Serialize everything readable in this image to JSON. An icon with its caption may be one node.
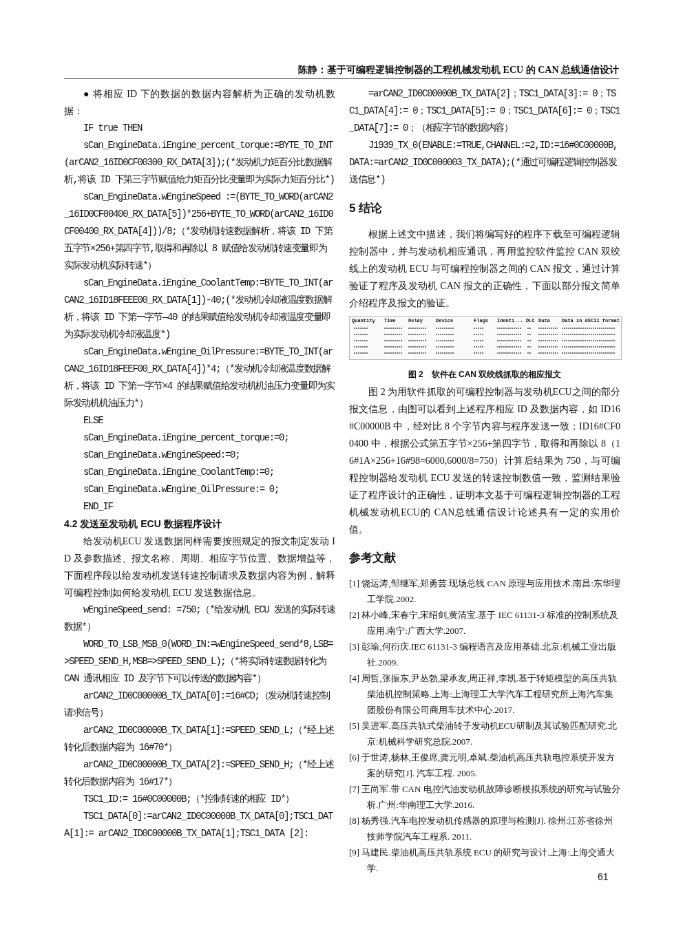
{
  "diagram": {
    "caption": "图 2　软件在 CAN 双绞线抓取的相应报文",
    "labels": [
      "陈静：基于可编程逻辑控制器的工程机械发动机 ECU 的 CAN 总线通信设计",
      "● 将相应 ID 下的数据的数据内容解析为正确的发动机数据：",
      "IF true THEN",
      "sCan_EngineData.iEngine_percent_torque:=BYTE_TO_INT(arCAN2_16ID0CF00300_RX_DATA[3]);(*发动机力矩百分比数据解析,将该 ID 下第三字节赋值给力矩百分比变量即为实际力矩百分比*)",
      "sCan_EngineData.wEngineSpeed :=(BYTE_TO_WORD(arCAN2_16ID0CF00400_RX_DATA[5])*256+BYTE_TO_WORD(arCAN2_16ID0CF00400_RX_DATA[4]))/8;（*发动机转速数据解析，将该 ID 下第五字节×256+第四字节,取得和再除以 8 赋值给发动机转速变量即为实际发动机实际转速*）",
      "sCan_EngineData.iEngine_CoolantTemp:=BYTE_TO_INT(arCAN2_16ID18FEEE00_RX_DATA[1])-40;(*发动机冷却液温度数据解析，将该 ID 下第一字节—40 的结果赋值给发动机冷却液温度变量即为实际发动机冷却液温度*)",
      "sCan_EngineData.wEngine_OilPressure:=BYTE_TO_INT(arCAN2_16ID18FEEF00_RX_DATA[4])*4;（*发动机冷却液温度数据解析，将该 ID 下第一字节×4 的结果赋值给发动机机油压力变量即为实际发动机机油压力*）",
      "ELSE",
      "sCan_EngineData.iEngine_percent_torque:=0;",
      "sCan_EngineData.wEngineSpeed:=0;",
      "sCan_EngineData.iEngine_CoolantTemp:=0;",
      "sCan_EngineData.wEngine_OilPressure:= 0;",
      "END_IF",
      "4.2 发送至发动机 ECU 数据程序设计",
      "给发动机ECU 发送数据同样需要按照规定的报文制定发动 ID 及参数描述、报文名称、周期、相应字节位置、数据增益等，下面程序段以给发动机发送转速控制请求及数据内容为例，解释可编程控制如何给发动机 ECU 发送数据信息。",
      "wEngineSpeed_send: =750;（*给发动机 ECU 发送的实际转速数据*）",
      "WORD_TO_LSB_MSB_0(WORD_IN:=wEngineSpeed_send*8,LSB=>SPEED_SEND_H,MSB=>SPEED_SEND_L);（*将实际转速数据转化为 CAN 通讯相应 ID 及字节下可以传送的数据内容*）",
      "arCAN2_ID0C00000B_TX_DATA[0]:=16#CD;（发动机转速控制请求信号）",
      "arCAN2_ID0C00000B_TX_DATA[1]:=SPEED_SEND_L;（*经上述转化后数据内容为 16#70*）",
      "arCAN2_ID0C00000B_TX_DATA[2]:=SPEED_SEND_H;（*经上述转化后数据内容为 16#17*）",
      "TSC1_ID:= 16#0C00000B;（*控制转速的相应 ID*）",
      "TSC1_DATA[0]:=arCAN2_ID0C00000B_TX_DATA[0];TSC1_DATA[1]:= arCAN2_ID0C00000B_TX_DATA[1];TSC1_DATA [2]:",
      "=arCAN2_ID0C00000B_TX_DATA[2]；TSC1_DATA[3]:= 0；TSC1_DATA[4]:= 0；TSC1_DATA[5]:= 0；TSC1_DATA[6]:= 0；TSC1_DATA[7]:= 0；（相应字节的数据内容）",
      "J1939_TX_0(ENABLE:=TRUE,CHANNEL:=2,ID:=16#0C00000B,DATA:=arCAN2_ID0C000003_TX_DATA);(*通过可编程逻辑控制器发送信息*)",
      "5 结论",
      "根据上述文中描述，我们将编写好的程序下载至可编程逻辑控制器中，并与发动机相应通讯，再用监控软件监控 CAN 双绞线上的发动机 ECU 与可编程控制器之间的 CAN 报文，通过计算验证了程序及发动机 CAN 报文的正确性，下面以部分报文简单介绍程序及报文的验证。",
      "Quantity",
      "Time",
      "Delay",
      "Device",
      "Flags",
      "Identi...",
      "DLC",
      "Data",
      "Data in ASCII format",
      "图 2 为用软件抓取的可编程控制器与发动机ECU之间的部分报文信息，由图可以看到上述程序相应 ID 及数据内容，如 ID16#C00000B 中，经对比 8 个字节内容与程序发送一致；ID16#CF00400 中，根据公式第五字节×256+第四字节，取得和再除以 8（16#1A×256+16#98=6000,6000/8=750）计算后结果为 750，与可编程控制器给发动机 ECU 发送的转速控制数值一致，监测结果验证了程序设计的正确性，证明本文基于可编程逻辑控制器的工程机械发动机ECU的 CAN总线通信设计论述具有一定的实用价值。",
      "参考文献",
      "[1] 饶运涛,邹继军,郑勇芸.现场总线 CAN 原理与应用技术.南昌:东华理工学院.2002.",
      "[2] 林小峰,宋春宁,宋绍剑,黄清宝.基于 IEC 61131-3 标准的控制系统及应用.南宁:广西大学.2007.",
      "[3] 彭瑜,何衍庆.IEC 61131-3 编程语言及应用基础.北京:机械工业出版社.2009.",
      "[4] 周哲,张振东,尹丛勃,梁承友,周正祥,李凯.基于转矩模型的高压共轨柴油机控制策略.上海:上海理工大学汽车工程研究所上海汽车集团股份有限公司商用车技术中心.2017.",
      "[5] 吴进军.高压共轨式柴油转子发动机ECU研制及其试验匹配研究.北京:机械科学研究总院.2007.",
      "[6] 于世涛,杨林,王俊席,龚元明,卓斌.柴油机高压共轨电控系统开发方案的研究[J]. 汽车工程. 2005.",
      "[7] 王尚军.带 CAN 电控汽油发动机故障诊断模拟系统的研究与试验分析.广州:华南理工大学.2016.",
      "[8] 杨秀强.汽车电控发动机传感器的原理与检测[J]. 徐州:江苏省徐州技师学院汽车工程系. 2011.",
      "[9] 马建民.柴油机高压共轨系统 ECU 的研究与设计.上海:上海交通大学.",
      "61"
    ]
  }
}
